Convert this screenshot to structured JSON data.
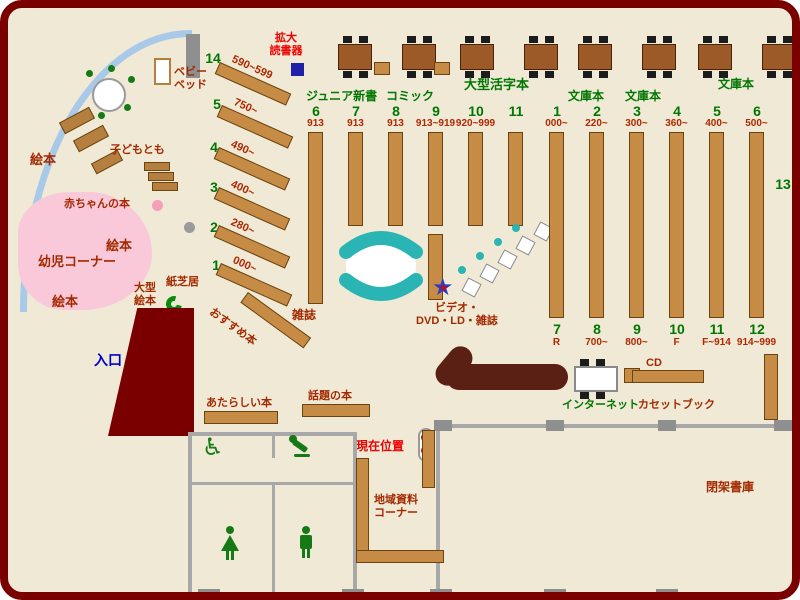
{
  "colors": {
    "border": "#7a0000",
    "floor": "#efe9d6",
    "shelf": "#c68c46",
    "counter": "#5a2014",
    "teal": "#2ab4b4",
    "pink_area": "#f9c9da",
    "green_label": "#007700",
    "maroon_label": "#a32a00",
    "bright_red": "#ee0000",
    "blue_label": "#0000cc",
    "wall_arc_blue": "#a9c9e9"
  },
  "top": {
    "kakudai_line1": "拡大",
    "kakudai_line2": "読書器",
    "junior": "ジュニア新書",
    "comic": "コミック",
    "ogata": "大型活字本",
    "bunko_1": "文庫本",
    "bunko_2": "文庫本",
    "bunko_3": "文庫本"
  },
  "children": {
    "ehon_1": "絵本",
    "ehon_2": "絵本",
    "ehon_3": "絵本",
    "kodomo": "子どもとも",
    "akachan": "赤ちゃんの本",
    "yoji": "幼児コーナー",
    "ogata_line1": "大型",
    "ogata_line2": "絵本",
    "kamishibai": "紙芝居",
    "baby_line1": "ベビー",
    "baby_line2": "ベッド"
  },
  "fan_shelves": [
    {
      "num": "14",
      "range": "590~599"
    },
    {
      "num": "5",
      "range": "750~"
    },
    {
      "num": "4",
      "range": "490~"
    },
    {
      "num": "3",
      "range": "400~"
    },
    {
      "num": "2",
      "range": "280~"
    },
    {
      "num": "1",
      "range": "000~"
    }
  ],
  "center_shelves": [
    {
      "num": "6",
      "range": "913"
    },
    {
      "num": "7",
      "range": "913"
    },
    {
      "num": "8",
      "range": "913"
    },
    {
      "num": "9",
      "range": "913~919"
    },
    {
      "num": "10",
      "range": "920~999"
    },
    {
      "num": "11",
      "range": ""
    }
  ],
  "right_top": [
    {
      "num": "1",
      "range": "000~"
    },
    {
      "num": "2",
      "range": "220~"
    },
    {
      "num": "3",
      "range": "300~"
    },
    {
      "num": "4",
      "range": "360~"
    },
    {
      "num": "5",
      "range": "400~"
    },
    {
      "num": "6",
      "range": "500~"
    }
  ],
  "right_bottom": [
    {
      "num": "7",
      "range": "R"
    },
    {
      "num": "8",
      "range": "700~"
    },
    {
      "num": "9",
      "range": "800~"
    },
    {
      "num": "10",
      "range": "F"
    },
    {
      "num": "11",
      "range": "F~914"
    },
    {
      "num": "12",
      "range": "914~999"
    }
  ],
  "labels": {
    "iriguchi": "入口",
    "zasshi": "雑誌",
    "osusume": "おすすめ本",
    "video_line1": "ビデオ・",
    "video_line2": "DVD・LD・雑誌",
    "atarashii": "あたらしい本",
    "wadai": "話題の本",
    "genzai": "現在位置",
    "internet": "インターネット",
    "cd": "CD",
    "cassette": "カセットブック",
    "chiiki_line1": "地域資料",
    "chiiki_line2": "コーナー",
    "heika": "閉架書庫",
    "num13": "13"
  },
  "icons": {
    "star": "★",
    "wheelchair": "♿"
  }
}
